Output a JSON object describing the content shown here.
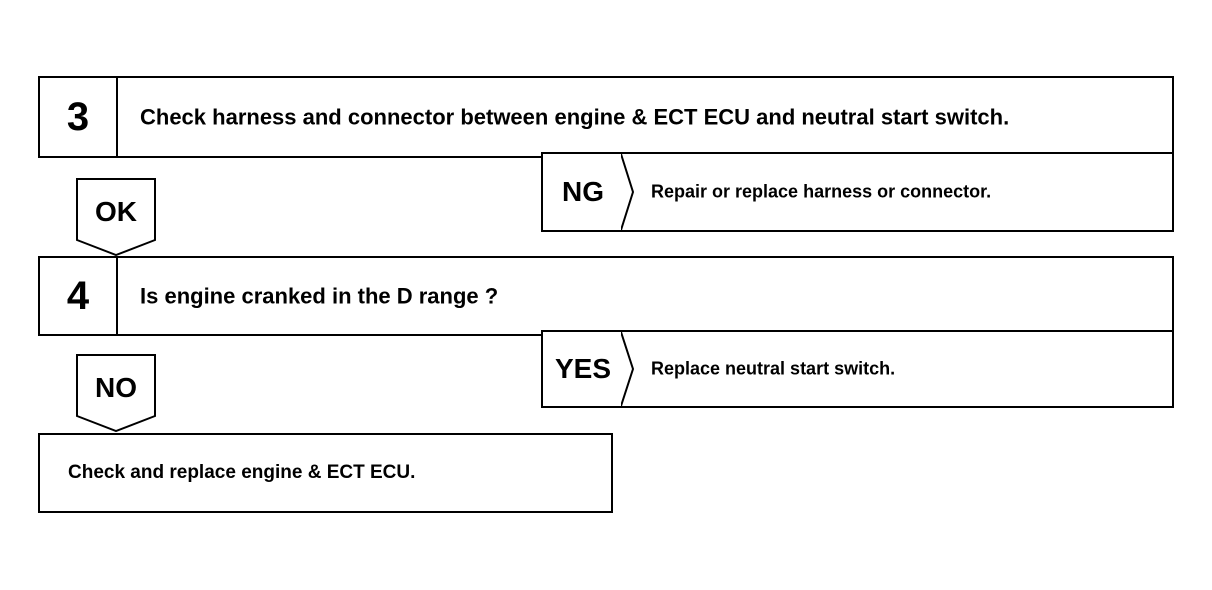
{
  "steps": [
    {
      "number": "3",
      "question": "Check harness and connector between engine & ECT ECU and neutral start switch.",
      "branch_down": "OK",
      "branch_side": "NG",
      "side_action": "Repair or replace harness or connector."
    },
    {
      "number": "4",
      "question": "Is engine cranked in the D range ?",
      "branch_down": "NO",
      "branch_side": "YES",
      "side_action": "Replace neutral start switch."
    }
  ],
  "final_action": "Check and replace engine & ECT ECU."
}
